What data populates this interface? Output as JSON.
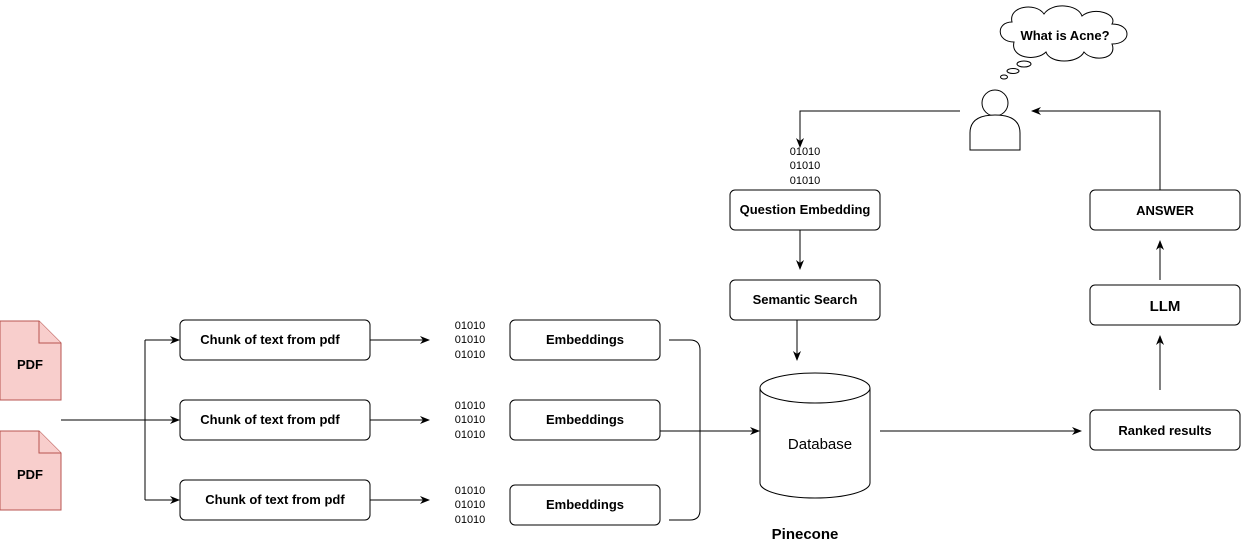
{
  "pdfs": [
    {
      "label": "PDF"
    },
    {
      "label": "PDF"
    }
  ],
  "chunks": [
    {
      "label": "Chunk of text from pdf"
    },
    {
      "label": "Chunk of text from pdf"
    },
    {
      "label": "Chunk of text from pdf"
    }
  ],
  "binary_line": "01010",
  "embeddings": [
    {
      "label": "Embeddings"
    },
    {
      "label": "Embeddings"
    },
    {
      "label": "Embeddings"
    }
  ],
  "database": {
    "label": "Database",
    "caption": "Pinecone"
  },
  "question_embedding": {
    "label": "Question Embedding"
  },
  "semantic_search": {
    "label": "Semantic Search"
  },
  "ranked_results": {
    "label": "Ranked results"
  },
  "llm": {
    "label": "LLM"
  },
  "answer": {
    "label": "ANSWER"
  },
  "user": {
    "thought": "What is Acne?"
  }
}
